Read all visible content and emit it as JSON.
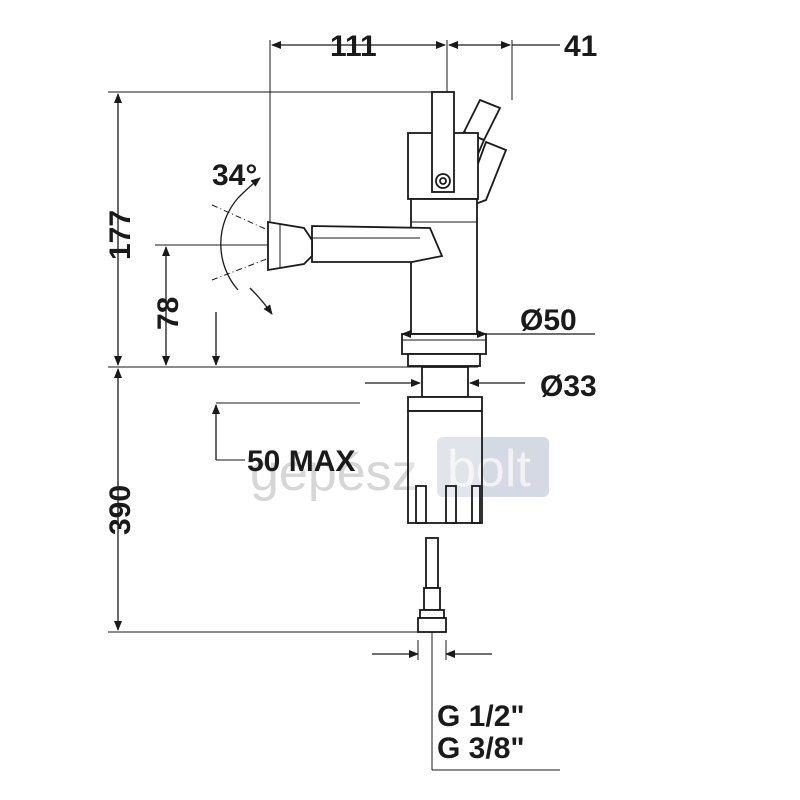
{
  "dimensions": {
    "width_left": "111",
    "width_right": "41",
    "height_spout": "177",
    "angle": "34°",
    "spout_height": "78",
    "diameter_body": "Ø50",
    "diameter_shank": "Ø33",
    "max_thickness": "50 MAX",
    "total_below": "390",
    "thread_1": "G 1/2\"",
    "thread_2": "G 3/8\""
  },
  "watermark": {
    "part1": "gépész",
    "part2": "bolt"
  }
}
